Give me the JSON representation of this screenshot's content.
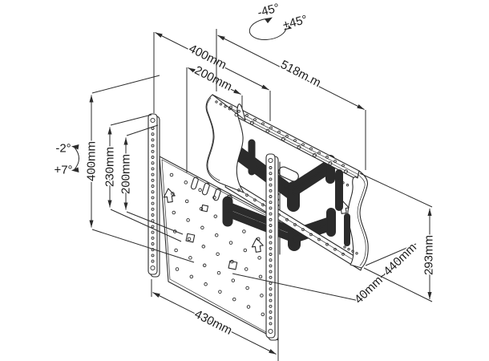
{
  "drawing": {
    "background": "#ffffff",
    "line_color": "#2b2b2b",
    "text_color": "#1a1a1a",
    "labels": {
      "width_overall": "400mm",
      "width_inner": "200mm",
      "width_diagonal": "518m m",
      "height_rail": "400mm",
      "height_230": "230mm",
      "height_200": "200mm",
      "plate_width": "430mm",
      "extension_range": "40mm~440mm",
      "bracket_height": "293mm",
      "swivel_left": "-45°",
      "swivel_right": "+45°",
      "tilt_up": "-2°",
      "tilt_down": "+7°"
    }
  }
}
